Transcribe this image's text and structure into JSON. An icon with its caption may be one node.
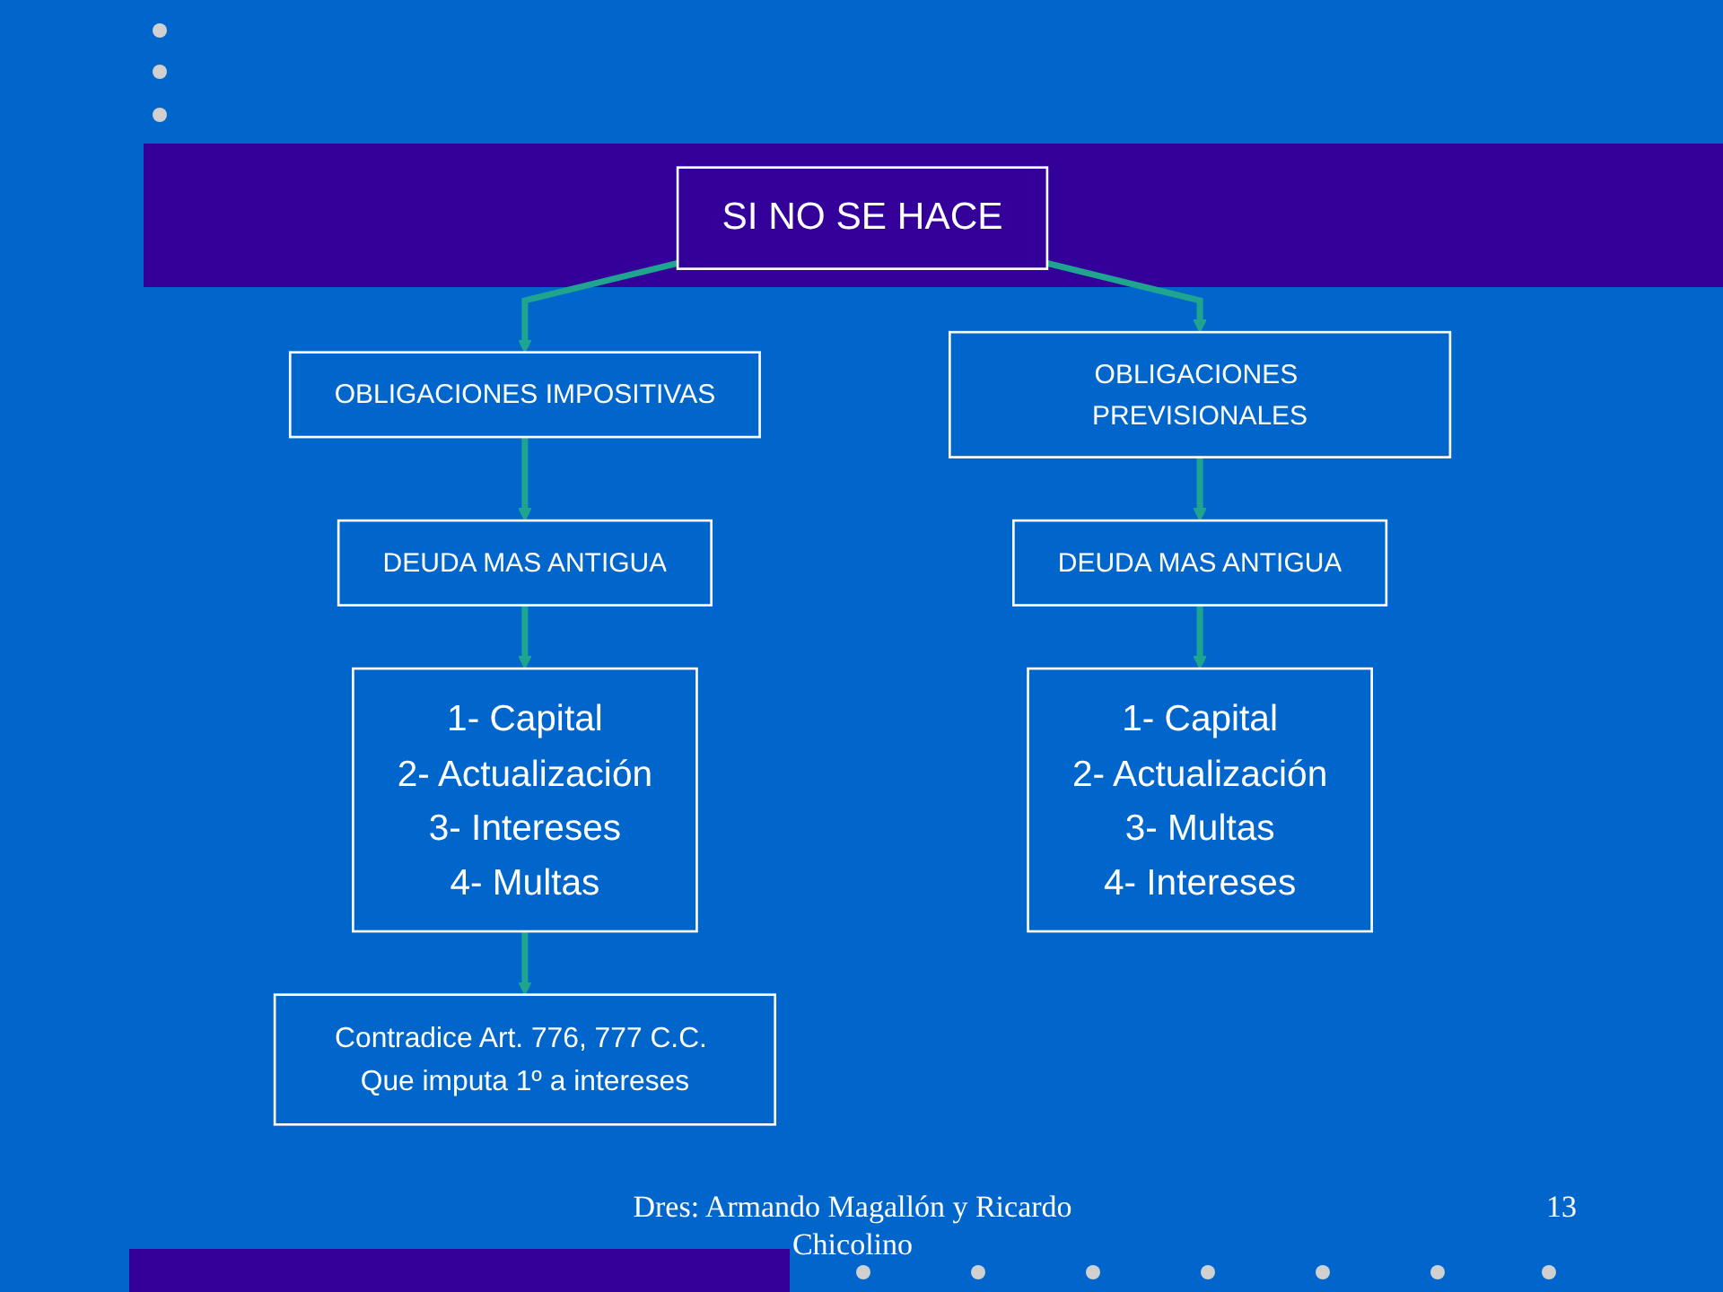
{
  "diagram": {
    "nodes": [
      {
        "text": [
          "SI NO SE HACE"
        ]
      },
      {
        "text": [
          "OBLIGACIONES IMPOSITIVAS"
        ]
      },
      {
        "text": [
          "OBLIGACIONES PREVISIONALES"
        ]
      },
      {
        "text": [
          "DEUDA MAS ANTIGUA"
        ]
      },
      {
        "text": [
          "DEUDA MAS ANTIGUA"
        ]
      },
      {
        "text": [
          "1- Capital",
          "2- Actualización",
          "3- Intereses",
          "4- Multas"
        ]
      },
      {
        "text": [
          "1- Capital",
          "2- Actualización",
          "3- Multas",
          "4- Intereses"
        ]
      },
      {
        "text": [
          "Contradice Art. 776, 777 C.C. Que imputa 1º a intereses"
        ]
      }
    ],
    "edges": [
      {
        "from": 0,
        "to": 1,
        "arrow": "to"
      },
      {
        "from": 0,
        "to": 2,
        "arrow": "to"
      },
      {
        "from": 1,
        "to": 3,
        "arrow": "to"
      },
      {
        "from": 2,
        "to": 4,
        "arrow": "to"
      },
      {
        "from": 3,
        "to": 5,
        "arrow": "to"
      },
      {
        "from": 4,
        "to": 6,
        "arrow": "to"
      },
      {
        "from": 5,
        "to": 7,
        "arrow": "to"
      }
    ],
    "labels": [
      "Dres: Armando Magallón y Ricardo Chicolino",
      "13"
    ]
  }
}
